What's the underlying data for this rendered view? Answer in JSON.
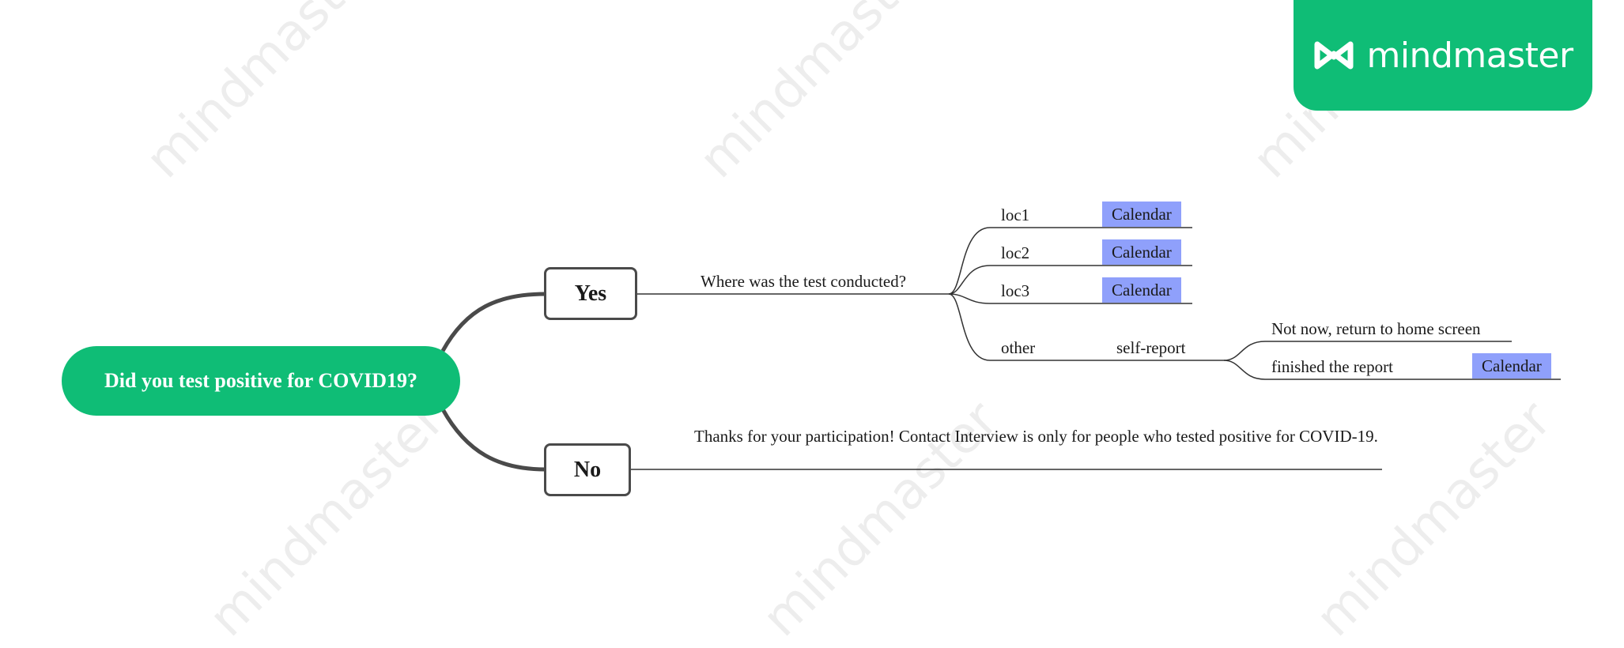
{
  "brand": {
    "name": "mindmaster",
    "icon": "mindmaster-logo-icon",
    "color": "#0fbd76"
  },
  "watermark_text": "mindmaster",
  "root": {
    "label": "Did you test positive for COVID19?"
  },
  "yes": {
    "label": "Yes",
    "question": "Where was the test conducted?",
    "locations": [
      {
        "label": "loc1",
        "action": "Calendar"
      },
      {
        "label": "loc2",
        "action": "Calendar"
      },
      {
        "label": "loc3",
        "action": "Calendar"
      }
    ],
    "other": {
      "label": "other",
      "sub": "self-report",
      "options": [
        {
          "label": "Not now, return to home screen"
        },
        {
          "label": "finished the report",
          "action": "Calendar"
        }
      ]
    }
  },
  "no": {
    "label": "No",
    "message": "Thanks for your participation! Contact Interview is only for people who tested positive for COVID-19."
  },
  "colors": {
    "accent": "#0fbd76",
    "calendar": "#8fa0fb",
    "line": "#4a4a4a"
  }
}
